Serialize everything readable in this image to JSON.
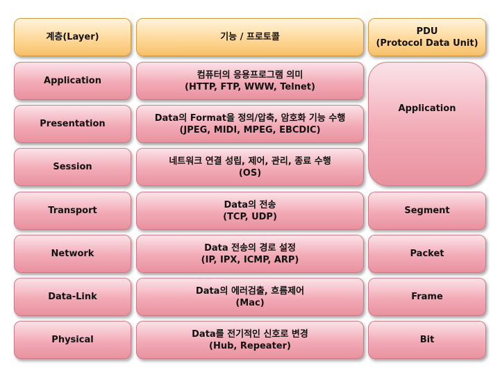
{
  "header": {
    "layer": "계층(Layer)",
    "function": "기능 / 프로토콜",
    "pdu_line1": "PDU",
    "pdu_line2": "(Protocol Data Unit)"
  },
  "layers": [
    {
      "name": "Application",
      "desc": "컴퓨터의 응용프로그램 의미",
      "protocols": "(HTTP, FTP, WWW, Telnet)"
    },
    {
      "name": "Presentation",
      "desc": "Data의 Format을 정의/압축, 암호화 기능 수행",
      "protocols": "(JPEG, MIDI, MPEG, EBCDIC)"
    },
    {
      "name": "Session",
      "desc": "네트워크 연결 성립, 제어, 관리, 종료 수행",
      "protocols": "(OS)"
    },
    {
      "name": "Transport",
      "desc": "Data의 전송",
      "protocols": "(TCP, UDP)"
    },
    {
      "name": "Network",
      "desc": "Data 전송의 경로 설정",
      "protocols": "(IP, IPX, ICMP, ARP)"
    },
    {
      "name": "Data-Link",
      "desc": "Data의 에러검출, 흐름제어",
      "protocols": "(Mac)"
    },
    {
      "name": "Physical",
      "desc": "Data를 전기적인 신호로 변경",
      "protocols": "(Hub, Repeater)"
    }
  ],
  "pdu": {
    "application": "Application",
    "transport": "Segment",
    "network": "Packet",
    "datalink": "Frame",
    "physical": "Bit"
  },
  "colors": {
    "header_fill": "#ffd99a",
    "row_fill": "#f2aab6"
  }
}
